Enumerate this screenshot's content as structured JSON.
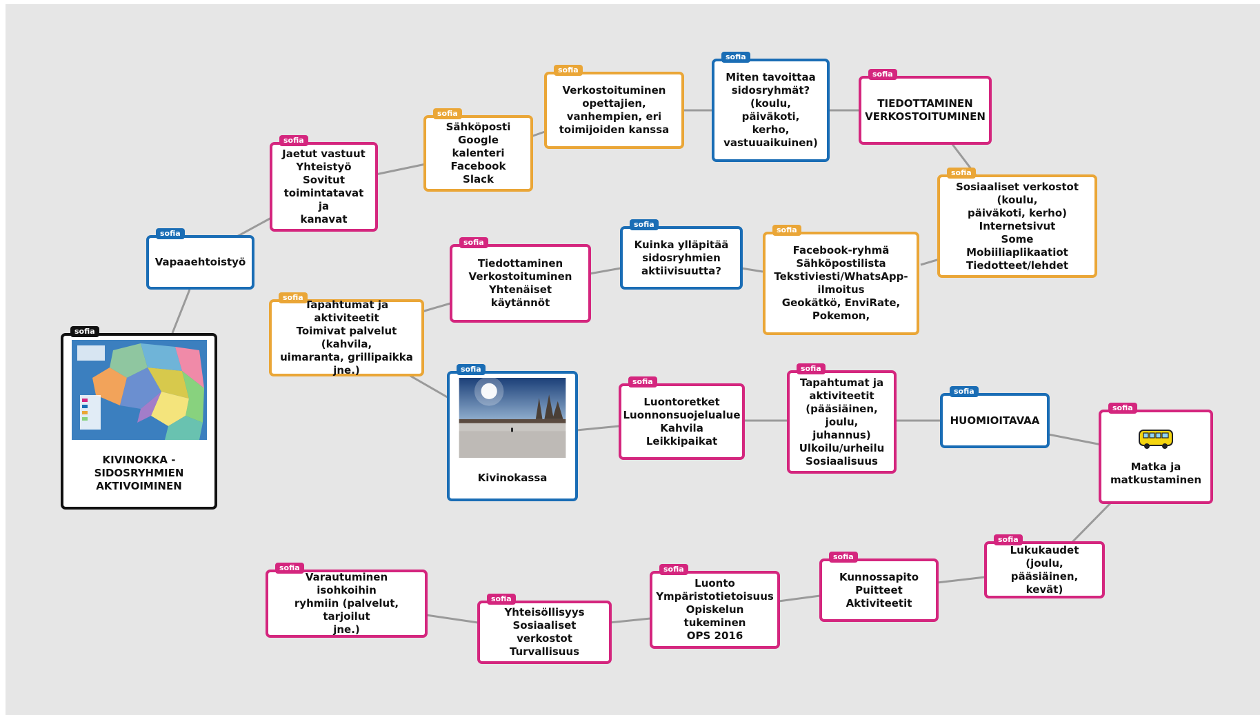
{
  "tag": "sofia",
  "colors": {
    "pink": "#d4267e",
    "orange": "#eaa637",
    "blue": "#1a6db5",
    "black": "#111111",
    "link": "#9a9a9a",
    "board": "#e6e6e6"
  },
  "nodes": {
    "central": {
      "text": "KIVINOKKA -\nSIDOSRYHMIEN\nAKTIVOIMINEN",
      "image": "map-image"
    },
    "vapaaehtoistyo": {
      "text": "Vapaaehtoistyö"
    },
    "jaetut": {
      "text": "Jaetut vastuut\nYhteistyö\nSovitut\ntoimintatavat ja\nkanavat"
    },
    "sahkoposti": {
      "text": "Sähköposti\nGoogle kalenteri\nFacebook\nSlack"
    },
    "verkostoituminen_opettajien": {
      "text": "Verkostoituminen\nopettajien,\nvanhempien, eri\ntoimijoiden kanssa"
    },
    "miten": {
      "text": "Miten tavoittaa\nsidosryhmät?\n(koulu, päiväkoti,\nkerho,\nvastuuaikuinen)"
    },
    "tiedottaminen_caps": {
      "text": "TIEDOTTAMINEN\nVERKOSTOITUMINEN"
    },
    "sosiaaliset": {
      "text": "Sosiaaliset verkostot (koulu,\npäiväkoti, kerho)\nInternetsivut\nSome\nMobiiliaplikaatiot\nTiedotteet/lehdet"
    },
    "facebook_ryhma": {
      "text": "Facebook-ryhmä\nSähköpostilista\nTekstiviesti/WhatsApp-\nilmoitus\nGeokätkö, EnviRate,\nPokemon,"
    },
    "kuinka": {
      "text": "Kuinka ylläpitää\nsidosryhmien\naktiivisuutta?"
    },
    "tiedottaminen": {
      "text": "Tiedottaminen\nVerkostoituminen\nYhtenäiset käytännöt"
    },
    "tapahtumat_aktiviteetit": {
      "text": "Tapahtumat ja aktiviteetit\nToimivat palvelut (kahvila,\nuimaranta, grillipaikka\njne.)"
    },
    "kivinokassa": {
      "text": "Kivinokassa",
      "image": "winter-photo"
    },
    "luontoretket": {
      "text": "Luontoretket\nLuonnonsuojelualue\nKahvila\nLeikkipaikat"
    },
    "tapahtumat_paasiainen": {
      "text": "Tapahtumat ja\naktiviteetit\n(pääsiäinen,\njoulu, juhannus)\nUlkoilu/urheilu\nSosiaalisuus"
    },
    "huomioitavaa": {
      "text": "HUOMIOITAVAA"
    },
    "matka": {
      "text": "Matka ja\nmatkustaminen",
      "icon": "bus-icon"
    },
    "lukukaudet": {
      "text": "Lukukaudet (joulu,\npääsiäinen, kevät)"
    },
    "kunnossapito": {
      "text": "Kunnossapito\nPuitteet\nAktiviteetit"
    },
    "luonto": {
      "text": "Luonto\nYmpäristotietoisuus\nOpiskelun tukeminen\nOPS 2016"
    },
    "yhteisollisyys": {
      "text": "Yhteisöllisyys\nSosiaaliset verkostot\nTurvallisuus"
    },
    "varautuminen": {
      "text": "Varautuminen isohkoihin\nryhmiin (palvelut, tarjoilut\njne.)"
    }
  }
}
